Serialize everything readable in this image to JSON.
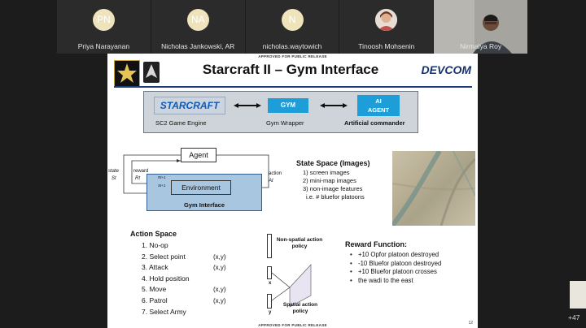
{
  "participants": [
    {
      "initials": "PN",
      "name": "Priya Narayanan",
      "avatar_color": "#efe3bc"
    },
    {
      "initials": "NA",
      "name": "Nicholas Jankowski, AR",
      "avatar_color": "#efe3bc"
    },
    {
      "initials": "N",
      "name": "nicholas.waytowich",
      "avatar_color": "#efe3bc"
    },
    {
      "initials": "",
      "name": "Tinoosh Mohsenin",
      "avatar_color": "#e9d3c6"
    },
    {
      "initials": "",
      "name": "Nirmalya Roy",
      "avatar_color": "#a9a7a2"
    }
  ],
  "more_count": "+47",
  "slide": {
    "release_top": "APPROVED FOR PUBLIC RELEASE",
    "release_bottom": "APPROVED FOR PUBLIC RELEASE",
    "title": "Starcraft II – Gym Interface",
    "page_number": "12",
    "devcom": "DEVCOM",
    "army_logo_text": "U.S.ARMY",
    "pipeline": {
      "sc2_logo_text": "STARCRAFT",
      "sc2_label": "SC2 Game Engine",
      "gym_box": "GYM",
      "gym_label": "Gym Wrapper",
      "ai_box_line1": "AI",
      "ai_box_line2": "AGENT",
      "ai_label": "Artificial commander"
    },
    "diagram": {
      "agent": "Agent",
      "environment": "Environment",
      "gym_interface": "Gym Interface",
      "state": "state",
      "state_symbol": "St",
      "reward": "reward",
      "reward_symbol": "Rt",
      "action": "action",
      "action_symbol": "At",
      "r_next": "Rt+1",
      "s_next": "St+1"
    },
    "state_space": {
      "title": "State Space (Images)",
      "items": [
        "1) screen images",
        "2) mini-map images",
        "3) non-image features",
        "i.e. # bluefor platoons"
      ]
    },
    "action_space": {
      "title": "Action Space",
      "items": [
        {
          "label": "1.  No-op",
          "xy": ""
        },
        {
          "label": "2.  Select point",
          "xy": "(x,y)"
        },
        {
          "label": "3.  Attack",
          "xy": "(x,y)"
        },
        {
          "label": "4.  Hold position",
          "xy": ""
        },
        {
          "label": "5.  Move",
          "xy": "(x,y)"
        },
        {
          "label": "6.  Patrol",
          "xy": "(x,y)"
        },
        {
          "label": "7.  Select Army",
          "xy": ""
        }
      ],
      "non_spatial_label": "Non-spatial action policy",
      "spatial_label": "Spatial action policy",
      "x_label": "x",
      "y_label": "y"
    },
    "reward": {
      "title": "Reward Function:",
      "items": [
        "+10 Opfor platoon destroyed",
        "-10 Bluefor platoon destroyed",
        "+10 Bluefor platoon crosses",
        "the wadi to the east"
      ]
    }
  }
}
